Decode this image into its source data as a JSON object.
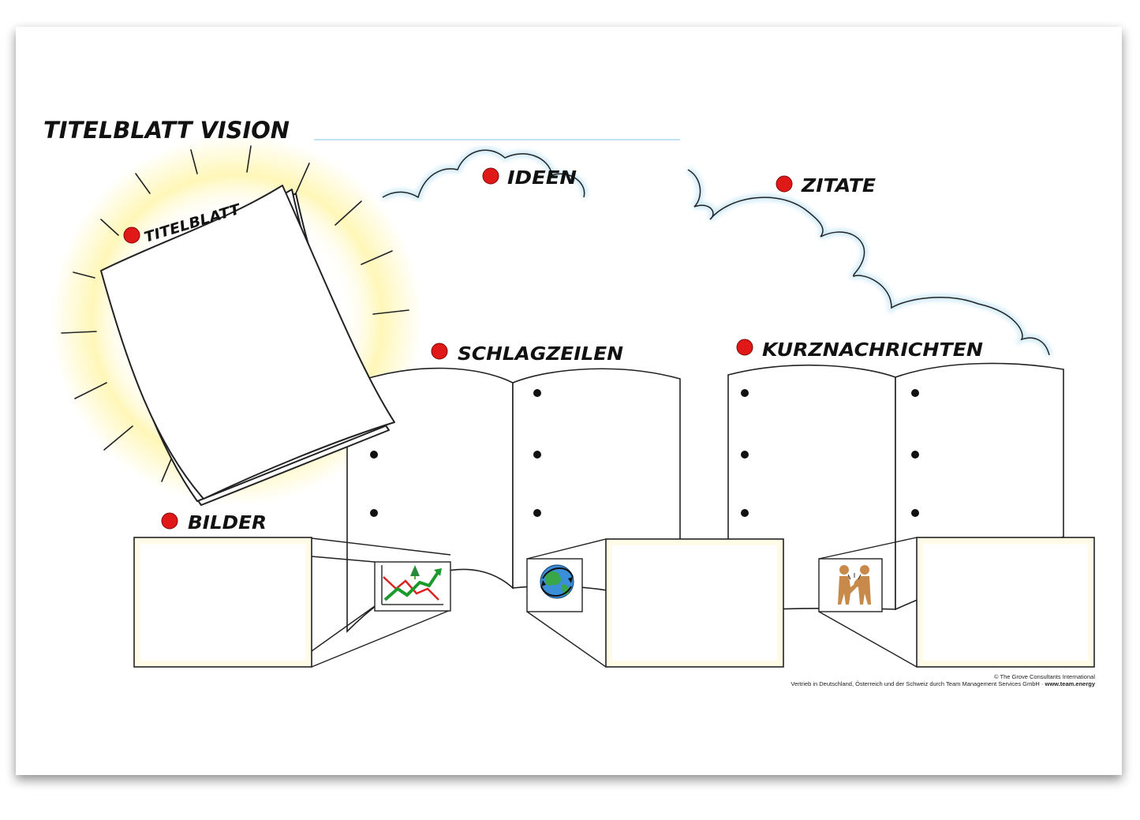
{
  "title": "TITELBLATT VISION",
  "sections": {
    "titelblatt": "TITELBLATT",
    "ideen": "IDEEN",
    "zitate": "ZITATE",
    "schlagzeilen": "SCHLAGZEILEN",
    "kurznachrichten": "KURZNACHRICHTEN",
    "bilder": "BILDER"
  },
  "footer": {
    "copyright": "© The Grove Consultants International",
    "distribution": "Vertrieb in Deutschland, Österreich und der Schweiz durch Team Management Services GmbH · ",
    "website": "www.team.energy"
  },
  "colors": {
    "marker": "#e01818",
    "cloud_outline": "#a9d8ee",
    "glow": "#fff3a0",
    "frame_fill": "#fffbe6"
  },
  "icons": [
    "trend-chart-icon",
    "globe-icon",
    "handshake-icon"
  ]
}
